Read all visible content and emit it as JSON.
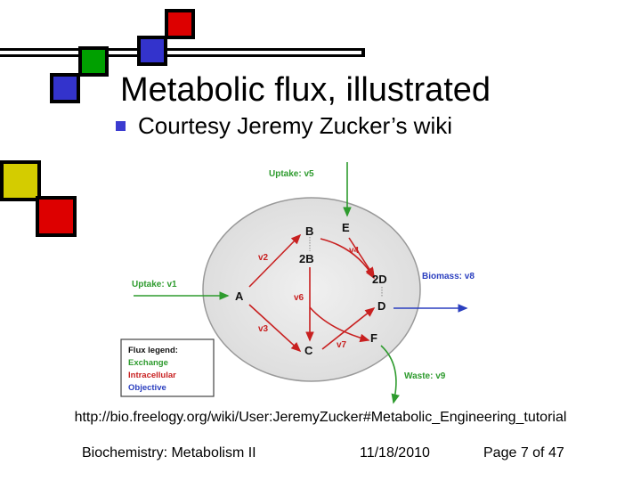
{
  "slide": {
    "title": "Metabolic flux, illustrated",
    "bullet": "Courtesy Jeremy Zucker’s wiki",
    "url": "http://bio.freelogy.org/wiki/User:JeremyZucker#Metabolic_Engineering_tutorial"
  },
  "footer": {
    "course": "Biochemistry: Metabolism II",
    "date": "11/18/2010",
    "page": "Page 7 of 47"
  },
  "diagram": {
    "nodes": {
      "A": "A",
      "B": "B",
      "B2": "2B",
      "C": "C",
      "D": "D",
      "D2": "2D",
      "E": "E",
      "F": "F"
    },
    "flux_labels": {
      "uptake_v5": "Uptake: v5",
      "uptake_v1": "Uptake: v1",
      "biomass_v8": "Biomass: v8",
      "waste_v9": "Waste: v9",
      "v2": "v2",
      "v3": "v3",
      "v4": "v4",
      "v6": "v6",
      "v7": "v7"
    },
    "legend": {
      "title": "Flux legend:",
      "exchange": "Exchange",
      "intracellular": "Intracellular",
      "objective": "Objective"
    }
  },
  "colors": {
    "exchange": "#2e9b2e",
    "intracellular": "#c82020",
    "objective": "#2b3fbf",
    "square_red": "#dd0000",
    "square_green": "#00a000",
    "square_blue": "#3333cc",
    "square_yellow": "#d4cc00"
  }
}
